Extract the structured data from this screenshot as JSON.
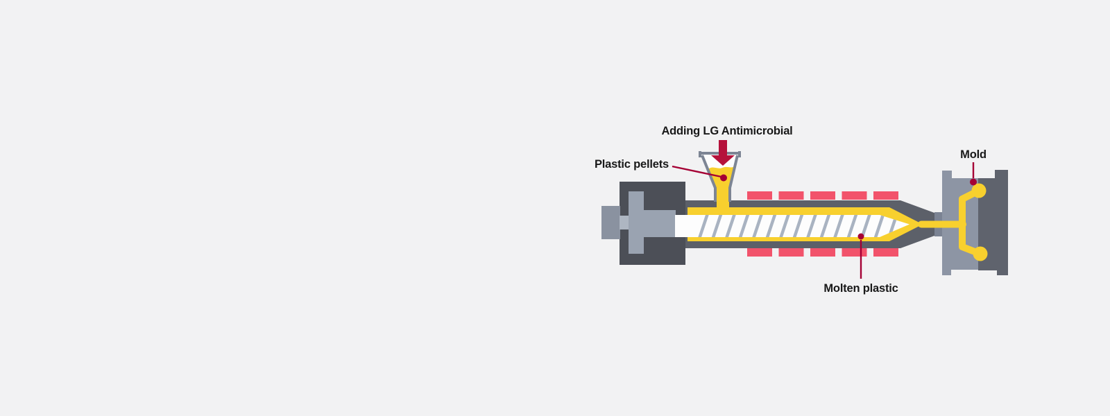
{
  "page": {
    "background": "#f2f2f3",
    "description": "Injection molding machine diagram showing LG Antimicrobial additive process"
  },
  "diagram": {
    "labels": {
      "additive": "Adding LG Antimicrobial",
      "pellets": "Plastic pellets",
      "molten": "Molten plastic",
      "mold": "Mold"
    },
    "colors": {
      "accent_red": "#a50034",
      "arrow_red": "#b5123b",
      "heater_pink": "#f2536b",
      "plastic_yellow": "#f8d02e",
      "barrel_gray": "#5c6069",
      "housing_gray": "#4c4f57",
      "mold_light_gray": "#8d95a4",
      "mold_dark_gray": "#5f636d",
      "mold_nozzle_seat_gray": "#7b8393",
      "machine_light_gray": "#9aa3b1",
      "shaft_end_gray": "#8a92a0",
      "coupler_gray": "#aeb6c2",
      "hopper_outline_gray": "#7d8594",
      "screw_stripe_gray": "#a9b3c1",
      "channel_white": "#fdfdfd",
      "text_dark": "#191919"
    }
  }
}
